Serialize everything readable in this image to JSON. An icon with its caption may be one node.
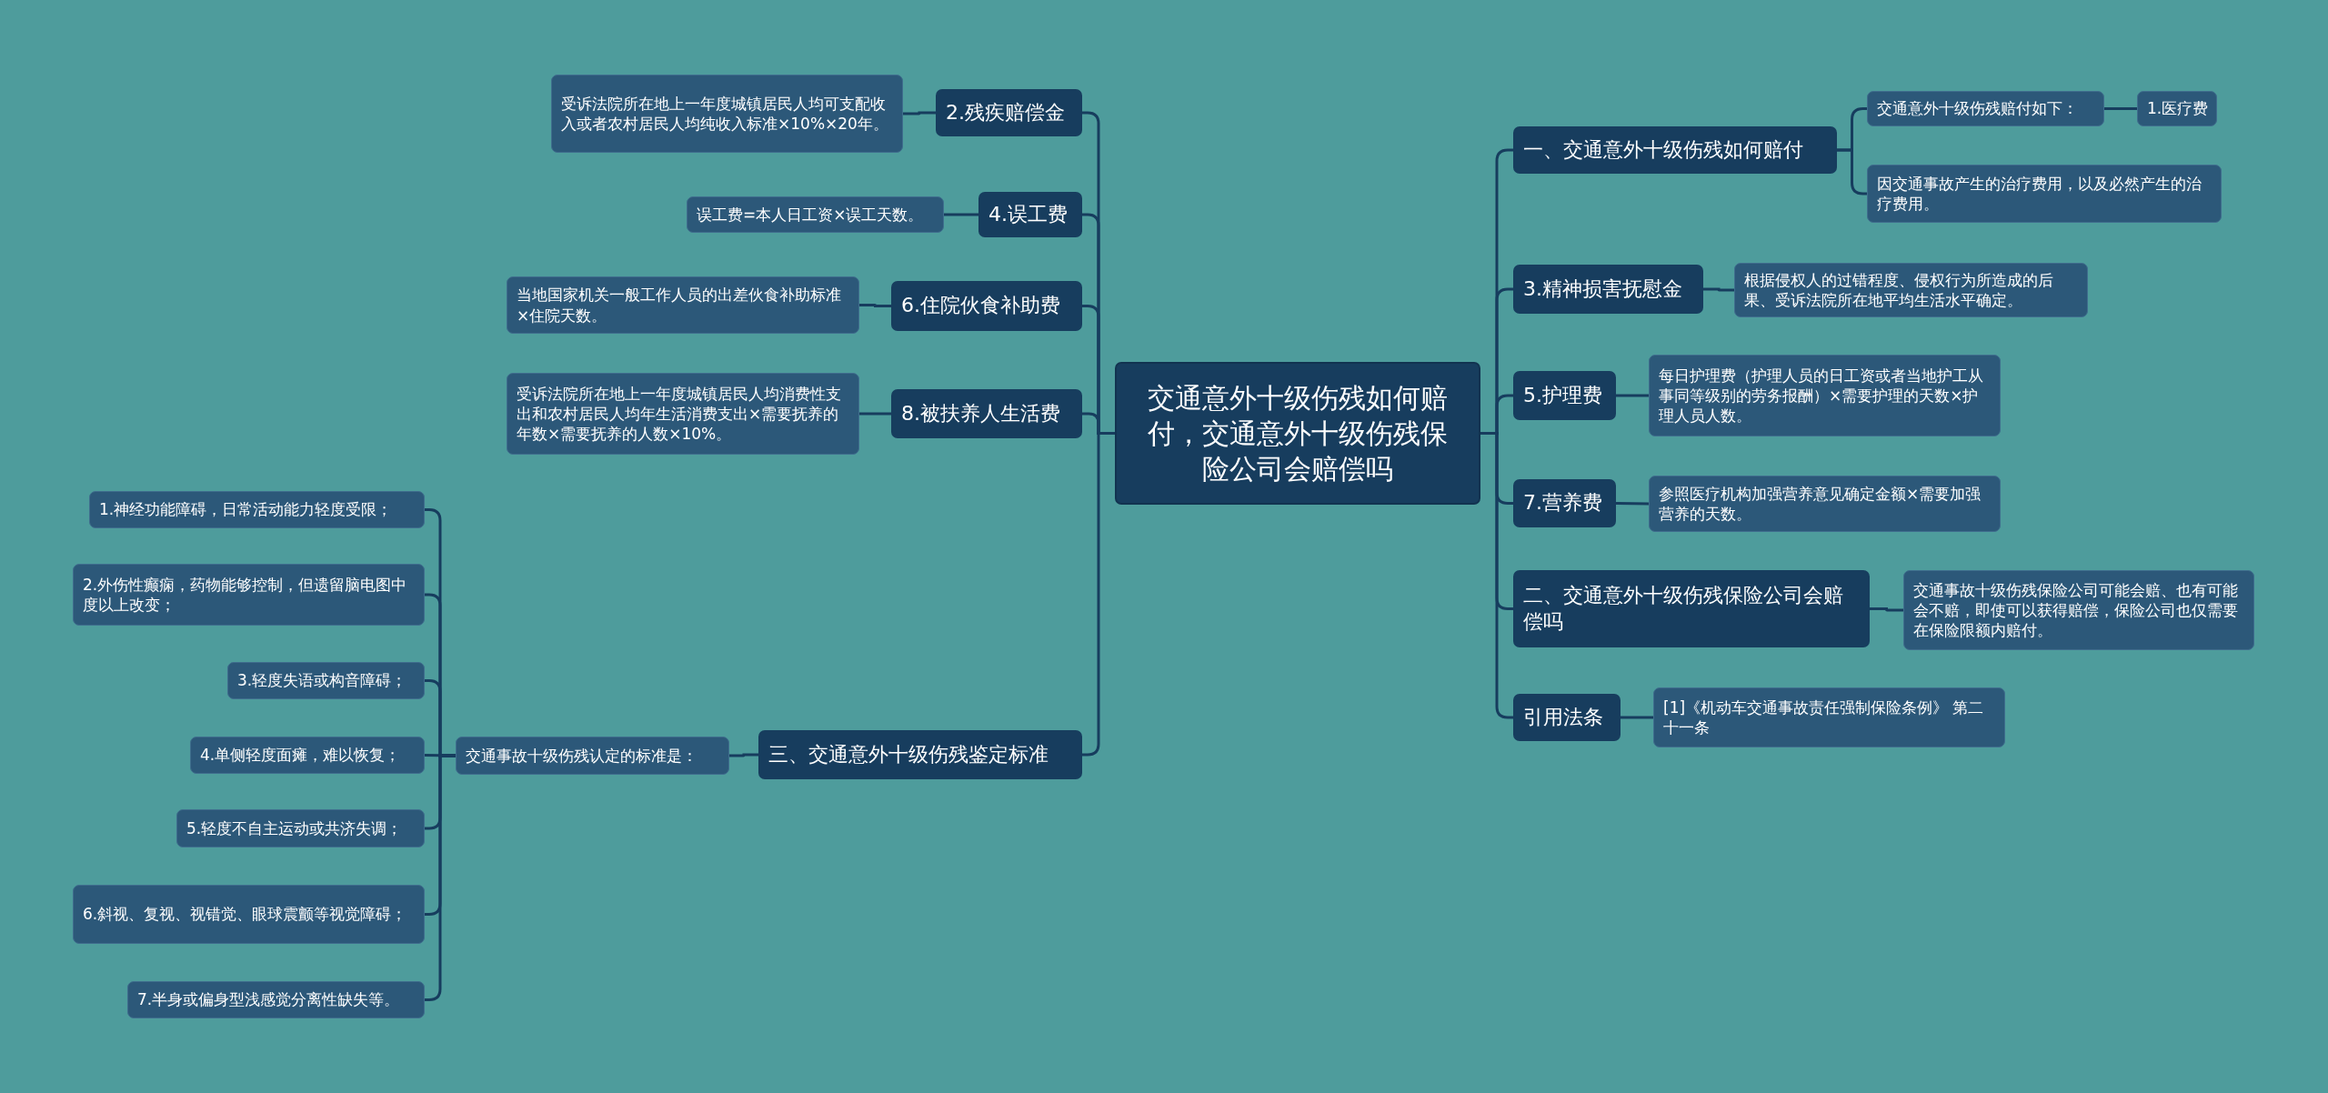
{
  "diagram": {
    "nodes": [
      {
        "text": [
          "交通意外十级伤残如何赔付，交通意外十级伤残保险公司会赔偿吗"
        ]
      },
      {
        "text": [
          "2.残疾赔偿金"
        ]
      },
      {
        "text": [
          "受诉法院所在地上一年度城镇居民人均可支配收入或者农村居民人均纯收入标准×10%×20年。"
        ]
      },
      {
        "text": [
          "4.误工费"
        ]
      },
      {
        "text": [
          "误工费=本人日工资×误工天数。"
        ]
      },
      {
        "text": [
          "6.住院伙食补助费"
        ]
      },
      {
        "text": [
          "当地国家机关一般工作人员的出差伙食补助标准×住院天数。"
        ]
      },
      {
        "text": [
          "8.被扶养人生活费"
        ]
      },
      {
        "text": [
          "受诉法院所在地上一年度城镇居民人均消费性支出和农村居民人均年生活消费支出×需要抚养的年数×需要抚养的人数×10%。"
        ]
      },
      {
        "text": [
          "三、交通意外十级伤残鉴定标准"
        ]
      },
      {
        "text": [
          "交通事故十级伤残认定的标准是："
        ]
      },
      {
        "text": [
          "1.神经功能障碍，日常活动能力轻度受限；"
        ]
      },
      {
        "text": [
          "2.外伤性癫痫，药物能够控制，但遗留脑电图中度以上改变；"
        ]
      },
      {
        "text": [
          "3.轻度失语或构音障碍；"
        ]
      },
      {
        "text": [
          "4.单侧轻度面瘫，难以恢复；"
        ]
      },
      {
        "text": [
          "5.轻度不自主运动或共济失调；"
        ]
      },
      {
        "text": [
          "6.斜视、复视、视错觉、眼球震颤等视觉障碍；"
        ]
      },
      {
        "text": [
          "7.半身或偏身型浅感觉分离性缺失等。"
        ]
      },
      {
        "text": [
          "一、交通意外十级伤残如何赔付"
        ]
      },
      {
        "text": [
          "交通意外十级伤残赔付如下："
        ]
      },
      {
        "text": [
          "1.医疗费"
        ]
      },
      {
        "text": [
          "因交通事故产生的治疗费用，以及必然产生的治疗费用。"
        ]
      },
      {
        "text": [
          "3.精神损害抚慰金"
        ]
      },
      {
        "text": [
          "根据侵权人的过错程度、侵权行为所造成的后果、受诉法院所在地平均生活水平确定。"
        ]
      },
      {
        "text": [
          "5.护理费"
        ]
      },
      {
        "text": [
          "每日护理费（护理人员的日工资或者当地护工从事同等级别的劳务报酬）×需要护理的天数×护理人员人数。"
        ]
      },
      {
        "text": [
          "7.营养费"
        ]
      },
      {
        "text": [
          "参照医疗机构加强营养意见确定金额×需要加强营养的天数。"
        ]
      },
      {
        "text": [
          "二、交通意外十级伤残保险公司会赔偿吗"
        ]
      },
      {
        "text": [
          "交通事故十级伤残保险公司可能会赔、也有可能会不赔，即使可以获得赔偿，保险公司也仅需要在保险限额内赔付。"
        ]
      },
      {
        "text": [
          "引用法条"
        ]
      },
      {
        "text": [
          "[1]《机动车交通事故责任强制保险条例》 第二十一条"
        ]
      }
    ],
    "edges": [
      {
        "from": 0,
        "to": 1,
        "arrow": "none"
      },
      {
        "from": 0,
        "to": 3,
        "arrow": "none"
      },
      {
        "from": 0,
        "to": 5,
        "arrow": "none"
      },
      {
        "from": 0,
        "to": 7,
        "arrow": "none"
      },
      {
        "from": 0,
        "to": 9,
        "arrow": "none"
      },
      {
        "from": 1,
        "to": 2,
        "arrow": "none"
      },
      {
        "from": 3,
        "to": 4,
        "arrow": "none"
      },
      {
        "from": 5,
        "to": 6,
        "arrow": "none"
      },
      {
        "from": 7,
        "to": 8,
        "arrow": "none"
      },
      {
        "from": 9,
        "to": 10,
        "arrow": "none"
      },
      {
        "from": 10,
        "to": 11,
        "arrow": "none"
      },
      {
        "from": 10,
        "to": 12,
        "arrow": "none"
      },
      {
        "from": 10,
        "to": 13,
        "arrow": "none"
      },
      {
        "from": 10,
        "to": 14,
        "arrow": "none"
      },
      {
        "from": 10,
        "to": 15,
        "arrow": "none"
      },
      {
        "from": 10,
        "to": 16,
        "arrow": "none"
      },
      {
        "from": 10,
        "to": 17,
        "arrow": "none"
      },
      {
        "from": 0,
        "to": 18,
        "arrow": "none"
      },
      {
        "from": 0,
        "to": 22,
        "arrow": "none"
      },
      {
        "from": 0,
        "to": 24,
        "arrow": "none"
      },
      {
        "from": 0,
        "to": 26,
        "arrow": "none"
      },
      {
        "from": 0,
        "to": 28,
        "arrow": "none"
      },
      {
        "from": 0,
        "to": 30,
        "arrow": "none"
      },
      {
        "from": 18,
        "to": 19,
        "arrow": "none"
      },
      {
        "from": 19,
        "to": 20,
        "arrow": "none"
      },
      {
        "from": 18,
        "to": 21,
        "arrow": "none"
      },
      {
        "from": 22,
        "to": 23,
        "arrow": "none"
      },
      {
        "from": 24,
        "to": 25,
        "arrow": "none"
      },
      {
        "from": 26,
        "to": 27,
        "arrow": "none"
      },
      {
        "from": 28,
        "to": 29,
        "arrow": "none"
      },
      {
        "from": 30,
        "to": 31,
        "arrow": "none"
      }
    ]
  }
}
